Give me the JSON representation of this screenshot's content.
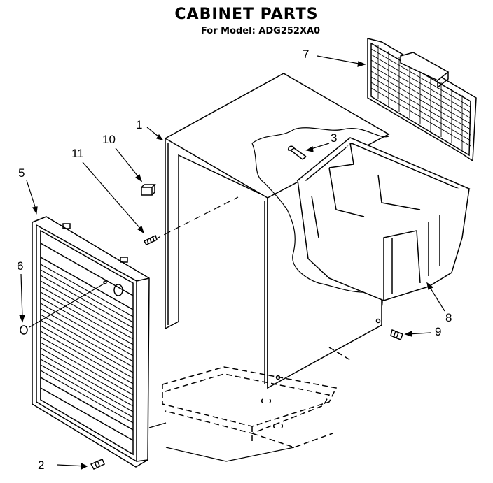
{
  "diagram": {
    "title": "CABINET PARTS",
    "subtitle": "For Model: ADG252XA0",
    "callouts": [
      {
        "id": "1",
        "label": "1"
      },
      {
        "id": "2",
        "label": "2"
      },
      {
        "id": "3",
        "label": "3"
      },
      {
        "id": "5",
        "label": "5"
      },
      {
        "id": "6",
        "label": "6"
      },
      {
        "id": "7",
        "label": "7"
      },
      {
        "id": "8",
        "label": "8"
      },
      {
        "id": "9",
        "label": "9"
      },
      {
        "id": "10",
        "label": "10"
      },
      {
        "id": "11",
        "label": "11"
      }
    ]
  }
}
